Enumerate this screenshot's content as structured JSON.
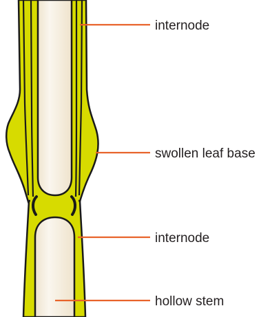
{
  "labels": {
    "internode_top": "internode",
    "swollen_leaf_base": "swollen leaf base",
    "internode_bottom": "internode",
    "hollow_stem": "hollow stem"
  },
  "colors": {
    "stem_green": "#d7db00",
    "pith_cream": "#f8f2e6",
    "outline": "#1a1a1a",
    "leader_line": "#e8632a",
    "label_text": "#231f20",
    "background": "#ffffff"
  }
}
